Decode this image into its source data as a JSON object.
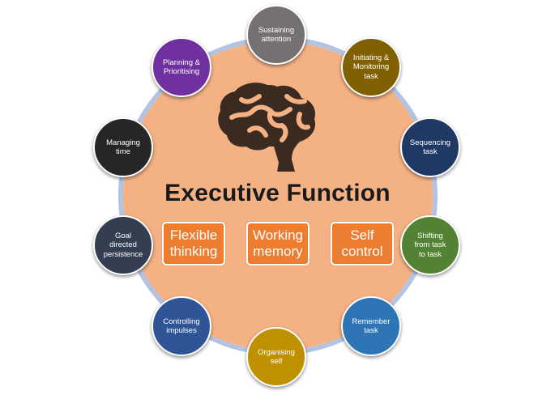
{
  "title": "Executive Function",
  "core_boxes": [
    {
      "label": "Flexible\nthinking"
    },
    {
      "label": "Working\nmemory"
    },
    {
      "label": "Self\ncontrol"
    }
  ],
  "nodes": [
    {
      "label": "Sustaining\nattention",
      "color": "#757171"
    },
    {
      "label": "Initiating &\nMonitoring\ntask",
      "color": "#806000"
    },
    {
      "label": "Sequencing\ntask",
      "color": "#1f3864"
    },
    {
      "label": "Shifting\nfrom task\nto task",
      "color": "#548235"
    },
    {
      "label": "Remember\ntask",
      "color": "#2e75b6"
    },
    {
      "label": "Organising\nself",
      "color": "#bf9000"
    },
    {
      "label": "Controlling\nimpulses",
      "color": "#2f5597"
    },
    {
      "label": "Goal\ndirected\npersistence",
      "color": "#333f50"
    },
    {
      "label": "Managing\ntime",
      "color": "#262626"
    },
    {
      "label": "Planning &\nPrioritising",
      "color": "#7030a0"
    }
  ],
  "colors": {
    "core_fill": "#f4b183",
    "ring": "#b4c3e1",
    "box_fill": "#ed7d31",
    "brain": "#3b2a20"
  },
  "icons": {
    "center": "brain-icon"
  }
}
